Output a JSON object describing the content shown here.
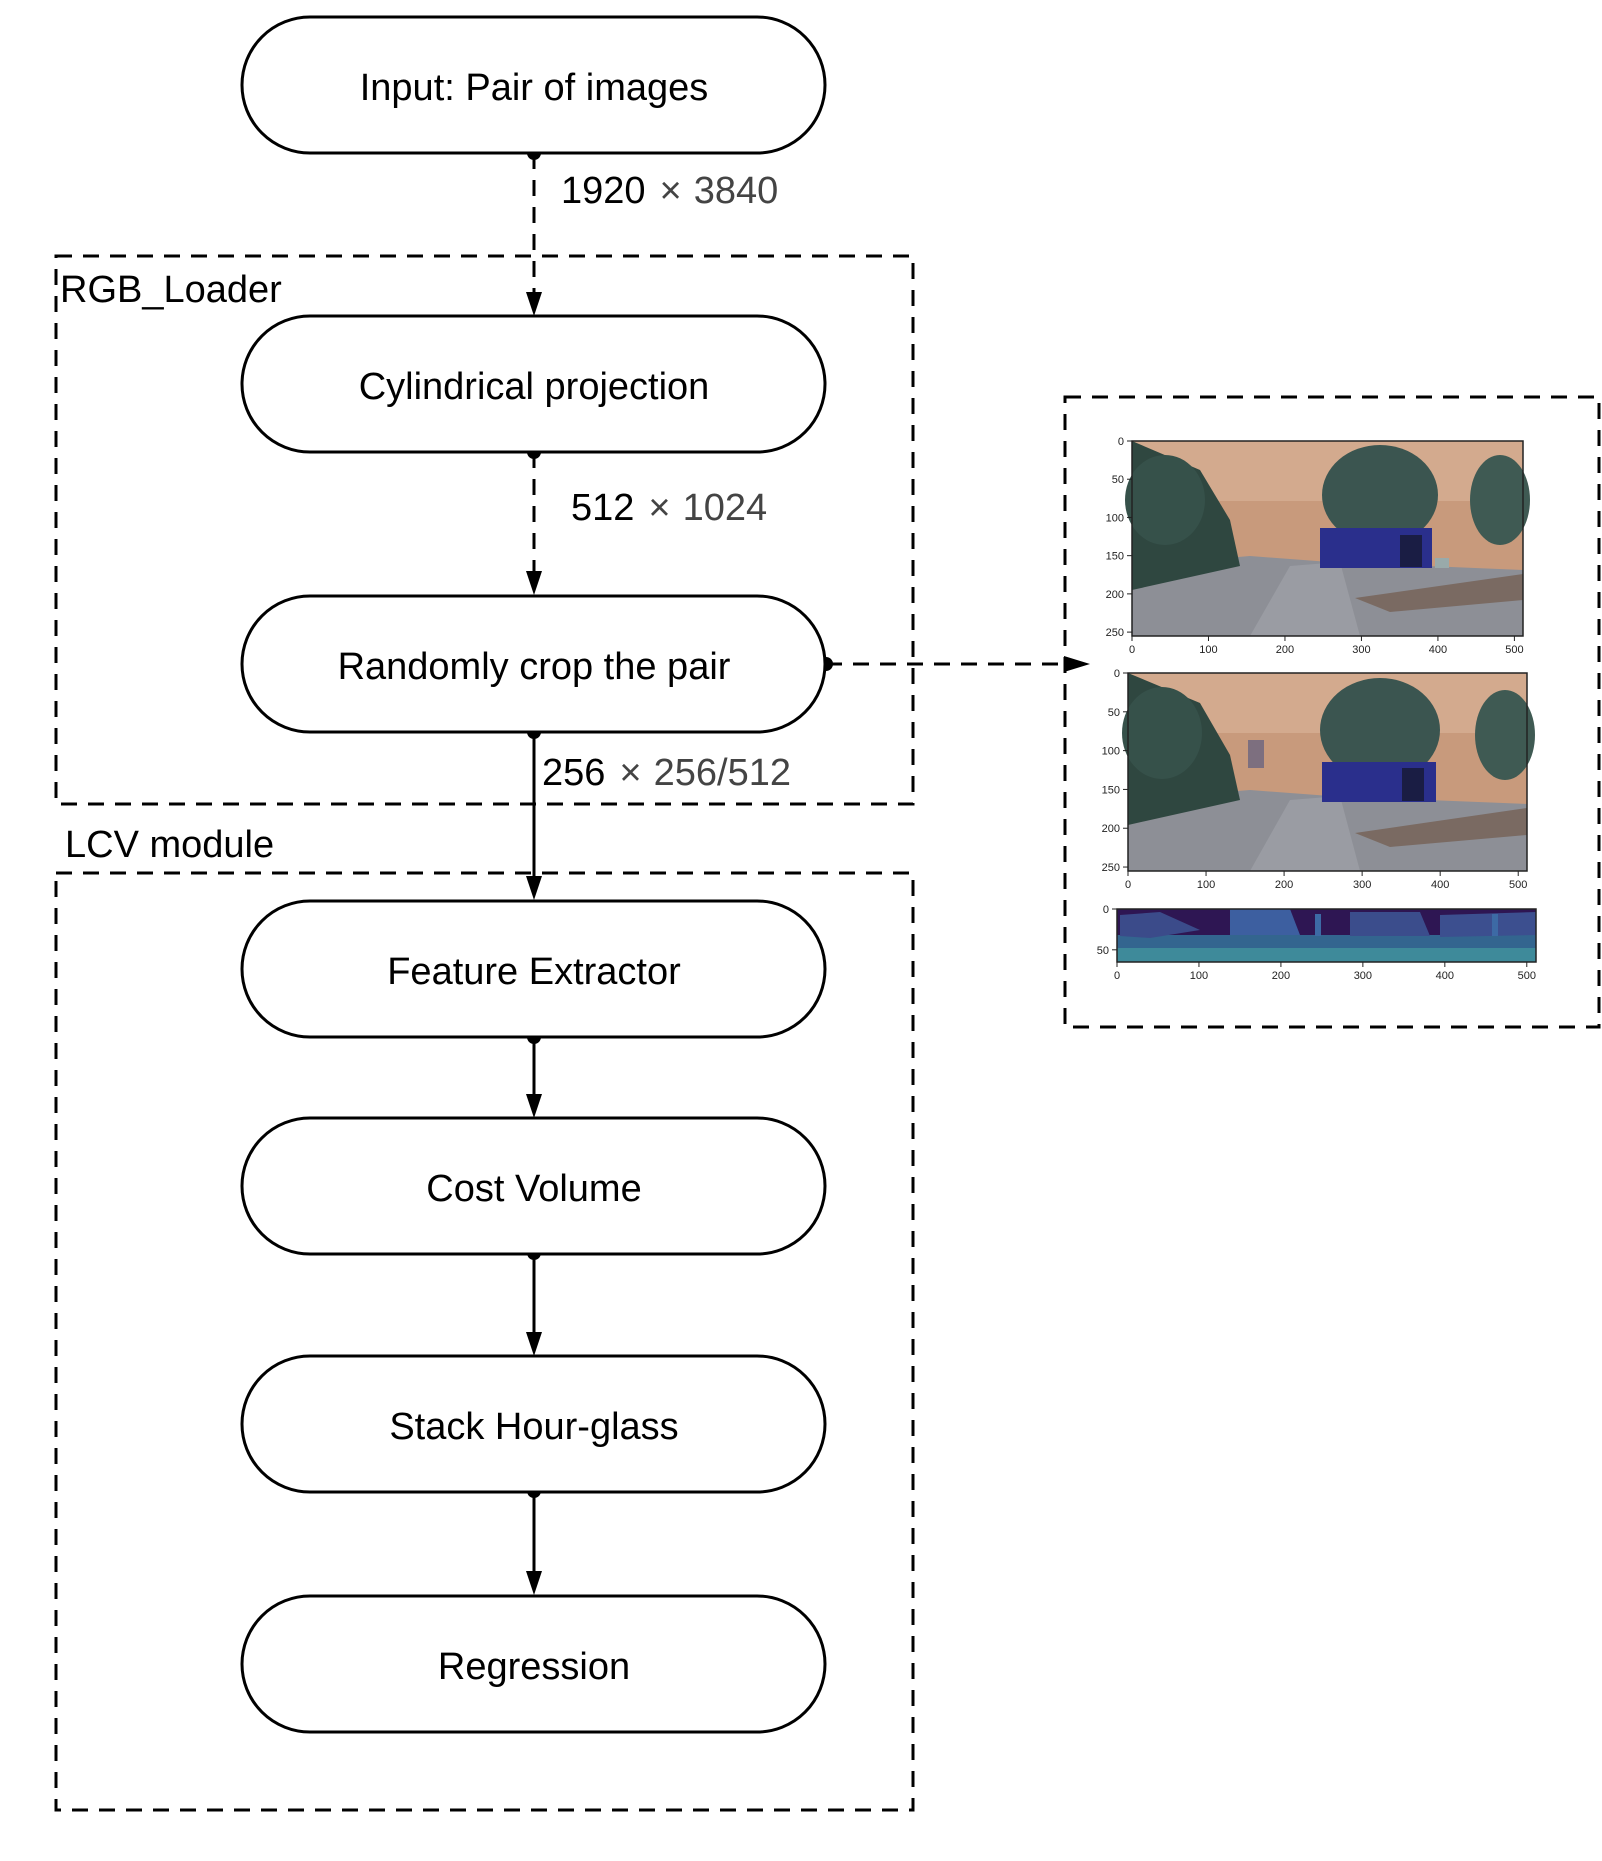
{
  "nodes": {
    "input": "Input: Pair of images",
    "cyl": "Cylindrical projection",
    "crop": "Randomly crop the pair",
    "feat": "Feature Extractor",
    "cost": "Cost Volume",
    "hour": "Stack Hour-glass",
    "reg": "Regression"
  },
  "groups": {
    "rgb_loader": "RGB_Loader",
    "lcv_module": "LCV module"
  },
  "edges": {
    "e1": {
      "a": "1920",
      "sep": "×",
      "b": "3840"
    },
    "e2": {
      "a": "512",
      "sep": "×",
      "b": "1024"
    },
    "e3": {
      "a": "256",
      "sep": "×",
      "b": "256/512"
    }
  },
  "preview": {
    "image1": {
      "x_ticks": [
        "0",
        "100",
        "200",
        "300",
        "400",
        "500"
      ],
      "y_ticks": [
        "0",
        "50",
        "100",
        "150",
        "200",
        "250"
      ]
    },
    "image2": {
      "x_ticks": [
        "0",
        "100",
        "200",
        "300",
        "400",
        "500"
      ],
      "y_ticks": [
        "0",
        "50",
        "100",
        "150",
        "200",
        "250"
      ]
    },
    "depth": {
      "x_ticks": [
        "0",
        "100",
        "200",
        "300",
        "400",
        "500"
      ],
      "y_ticks": [
        "0",
        "50"
      ]
    }
  },
  "colors": {
    "stroke": "#000000",
    "muted_text": "#444444",
    "sky": "#c89a7c",
    "road": "#8d8f96",
    "tree": "#2f4740",
    "building": "#2a2f8c",
    "depth_dark": "#2e1653",
    "depth_light": "#33658f"
  }
}
